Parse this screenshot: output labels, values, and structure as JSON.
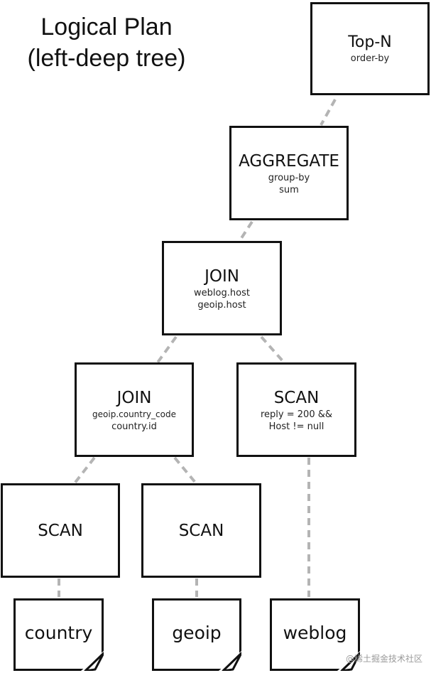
{
  "title": {
    "line1": "Logical Plan",
    "line2": "(left-deep tree)"
  },
  "nodes": {
    "topn": {
      "name": "Top-N",
      "details": [
        "order-by"
      ]
    },
    "aggregate": {
      "name": "AGGREGATE",
      "details": [
        "group-by",
        "sum"
      ]
    },
    "join_top": {
      "name": "JOIN",
      "details": [
        "weblog.host",
        "geoip.host"
      ]
    },
    "join_bottom": {
      "name": "JOIN",
      "details": [
        "geoip.country_code",
        "country.id"
      ]
    },
    "scan_weblog": {
      "name": "SCAN",
      "details": [
        "reply = 200 &&",
        "Host != null"
      ]
    },
    "scan_country": {
      "name": "SCAN"
    },
    "scan_geoip": {
      "name": "SCAN"
    }
  },
  "tables": {
    "country": "country",
    "geoip": "geoip",
    "weblog": "weblog"
  },
  "watermark": "@稀土掘金技术社区"
}
